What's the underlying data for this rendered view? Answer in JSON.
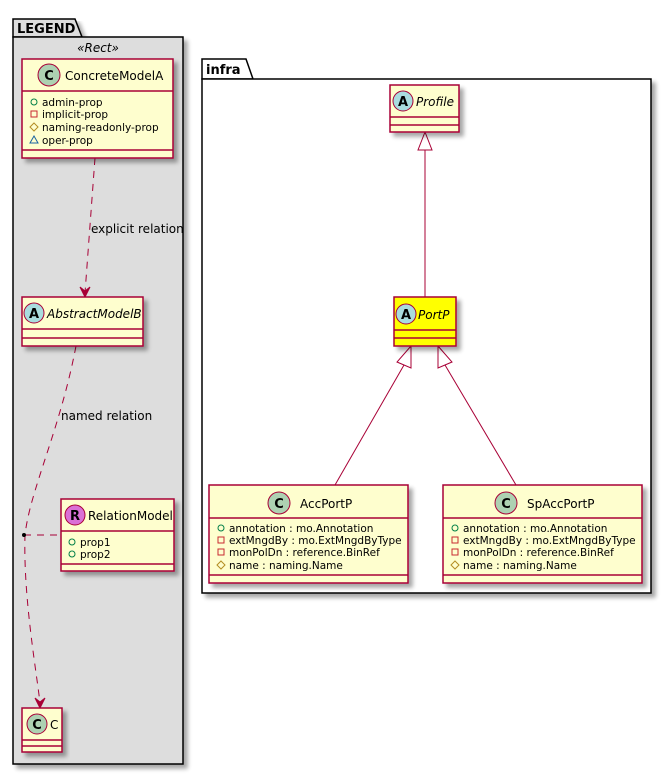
{
  "colors": {
    "class_fill": "#FEFECE",
    "class_border": "#A80036",
    "highlight_fill": "#FFFF00",
    "legend_fill": "#DDDDDD",
    "spot_class": "#ADD1B2",
    "spot_abstract": "#A9DCDF",
    "spot_relation": "#DA70D6",
    "vis_public": "#038048",
    "vis_private": "#C82930",
    "vis_protected": "#B38D22",
    "vis_package": "#1963A0"
  },
  "packages": {
    "legend": {
      "title": "LEGEND",
      "stereotype": "«Rect»"
    },
    "infra": {
      "title": "infra"
    }
  },
  "classes": {
    "concrete_model_a": {
      "name": "ConcreteModelA",
      "spot": "C",
      "kind": "class",
      "attributes": [
        {
          "vis": "public",
          "text": "admin-prop"
        },
        {
          "vis": "private",
          "text": "implicit-prop"
        },
        {
          "vis": "protected",
          "text": "naming-readonly-prop"
        },
        {
          "vis": "package",
          "text": "oper-prop"
        }
      ]
    },
    "abstract_model_b": {
      "name": "AbstractModelB",
      "spot": "A",
      "kind": "abstract",
      "attributes": []
    },
    "relation_model": {
      "name": "RelationModel",
      "spot": "R",
      "kind": "relation",
      "attributes": [
        {
          "vis": "public",
          "text": "prop1"
        },
        {
          "vis": "public",
          "text": "prop2"
        }
      ]
    },
    "c": {
      "name": "C",
      "spot": "C",
      "kind": "class",
      "attributes": []
    },
    "profile": {
      "name": "Profile",
      "spot": "A",
      "kind": "abstract",
      "attributes": []
    },
    "port_p": {
      "name": "PortP",
      "spot": "A",
      "kind": "abstract",
      "highlighted": true,
      "attributes": []
    },
    "acc_port_p": {
      "name": "AccPortP",
      "spot": "C",
      "kind": "class",
      "attributes": [
        {
          "vis": "public",
          "text": "annotation : mo.Annotation"
        },
        {
          "vis": "private",
          "text": "extMngdBy : mo.ExtMngdByType"
        },
        {
          "vis": "private",
          "text": "monPolDn : reference.BinRef"
        },
        {
          "vis": "protected",
          "text": "name : naming.Name"
        }
      ]
    },
    "sp_acc_port_p": {
      "name": "SpAccPortP",
      "spot": "C",
      "kind": "class",
      "attributes": [
        {
          "vis": "public",
          "text": "annotation : mo.Annotation"
        },
        {
          "vis": "private",
          "text": "extMngdBy : mo.ExtMngdByType"
        },
        {
          "vis": "private",
          "text": "monPolDn : reference.BinRef"
        },
        {
          "vis": "protected",
          "text": "name : naming.Name"
        }
      ]
    }
  },
  "relations": {
    "explicit": {
      "label": "explicit relation",
      "from": "ConcreteModelA",
      "to": "AbstractModelB",
      "style": "dashed-arrow"
    },
    "named": {
      "label": "named relation",
      "from": "AbstractModelB",
      "to": "C",
      "association_class": "RelationModel",
      "style": "dashed-arrow"
    },
    "portp_profile": {
      "from": "PortP",
      "to": "Profile",
      "style": "generalization"
    },
    "accportp_portp": {
      "from": "AccPortP",
      "to": "PortP",
      "style": "generalization"
    },
    "spaccportp_portp": {
      "from": "SpAccPortP",
      "to": "PortP",
      "style": "generalization"
    }
  }
}
